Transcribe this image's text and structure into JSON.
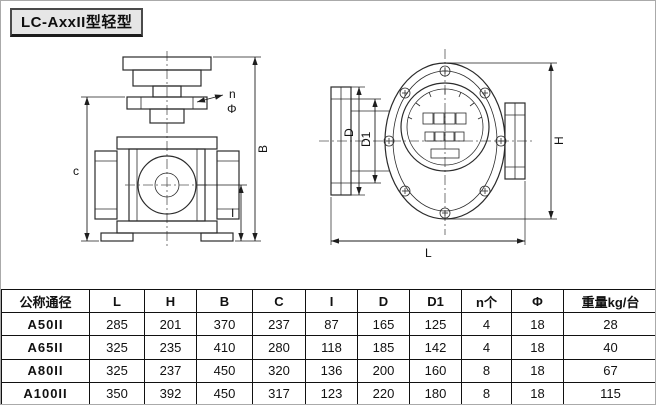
{
  "title": "LC-AxxII型轻型",
  "drawing": {
    "front_view": {
      "dim_c": "c",
      "dim_B": "B",
      "dim_I": "I",
      "bolt_count_label": "n",
      "bolt_dia_label": "Φ"
    },
    "side_view": {
      "dim_D": "D",
      "dim_D1": "D1",
      "dim_H": "H",
      "dim_L": "L"
    }
  },
  "table": {
    "headers": [
      "公称通径",
      "L",
      "H",
      "B",
      "C",
      "I",
      "D",
      "D1",
      "n个",
      "Φ",
      "重量kg/台"
    ],
    "rows": [
      [
        "A50II",
        "285",
        "201",
        "370",
        "237",
        "87",
        "165",
        "125",
        "4",
        "18",
        "28"
      ],
      [
        "A65II",
        "325",
        "235",
        "410",
        "280",
        "118",
        "185",
        "142",
        "4",
        "18",
        "40"
      ],
      [
        "A80II",
        "325",
        "237",
        "450",
        "320",
        "136",
        "200",
        "160",
        "8",
        "18",
        "67"
      ],
      [
        "A100II",
        "350",
        "392",
        "450",
        "317",
        "123",
        "220",
        "180",
        "8",
        "18",
        "115"
      ]
    ]
  }
}
